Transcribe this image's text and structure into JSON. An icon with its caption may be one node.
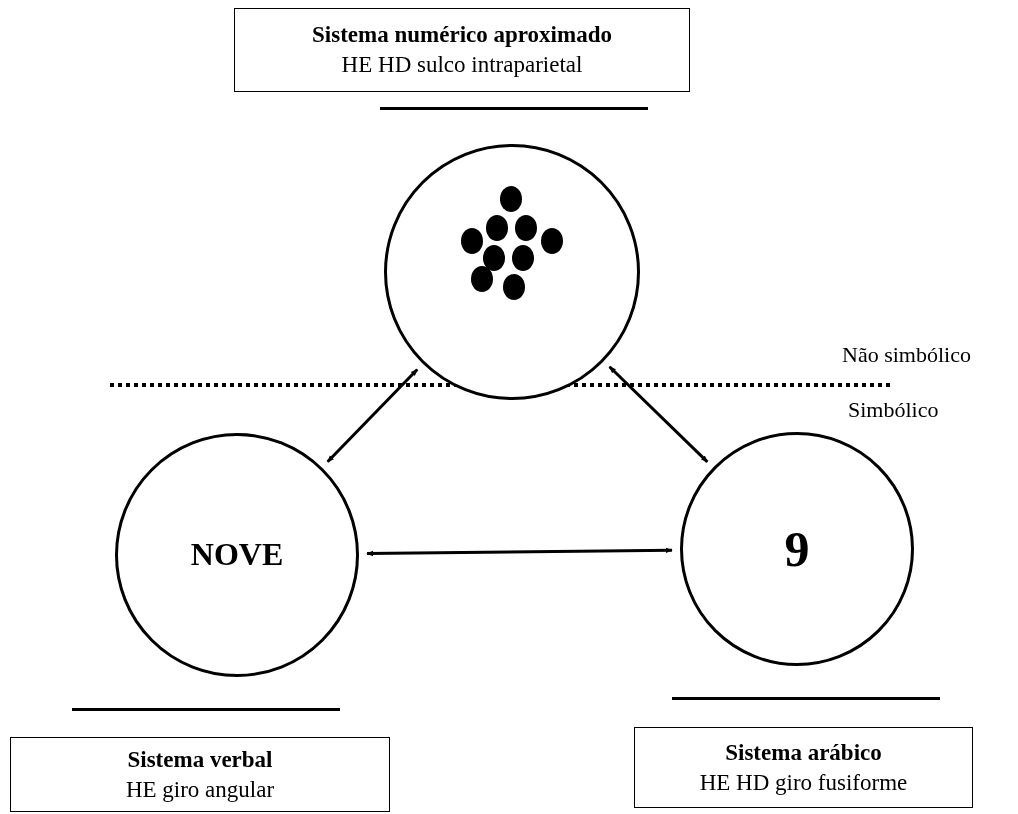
{
  "diagram": {
    "nodes": [
      {
        "text": [
          "Sistema numérico aproximado",
          "HE HD sulco intraparietal"
        ]
      },
      {
        "text": [],
        "shape": "circle"
      },
      {
        "text": [
          "NOVE"
        ]
      },
      {
        "text": [
          "9"
        ]
      },
      {
        "text": [
          "Sistema verbal",
          "HE giro angular"
        ]
      },
      {
        "text": [
          "Sistema arábico",
          "HE HD giro fusiforme"
        ]
      }
    ],
    "edges": [
      {
        "from": 1,
        "to": 2,
        "arrow": "both"
      },
      {
        "from": 1,
        "to": 3,
        "arrow": "both"
      },
      {
        "from": 2,
        "to": 3,
        "arrow": "both"
      }
    ],
    "labels": [
      "Não simbólico",
      "Simbólico"
    ]
  }
}
